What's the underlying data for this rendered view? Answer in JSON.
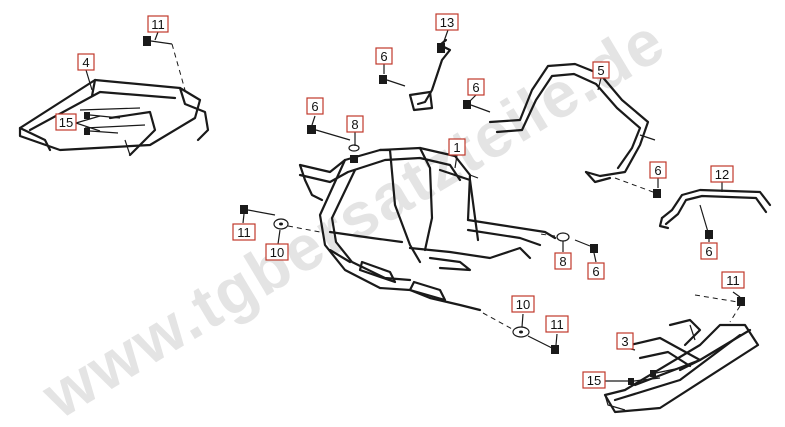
{
  "watermark": "www.tgbersatzteile.de",
  "callouts": {
    "c11_top": "11",
    "c4": "4",
    "c15_top": "15",
    "c13": "13",
    "c6_a": "6",
    "c6_b": "6",
    "c6_c": "6",
    "c8_top": "8",
    "c5": "5",
    "c1": "1",
    "c6_d": "6",
    "c12": "12",
    "c11_left": "11",
    "c10_left": "10",
    "c8_right": "8",
    "c6_e": "6",
    "c6_f": "6",
    "c11_right": "11",
    "c10_bottom": "10",
    "c11_bottom": "11",
    "c3": "3",
    "c15_bottom": "15"
  },
  "colors": {
    "callout_border": "#c0392b",
    "line": "#1a1a1a",
    "watermark": "#cfcfcf"
  }
}
